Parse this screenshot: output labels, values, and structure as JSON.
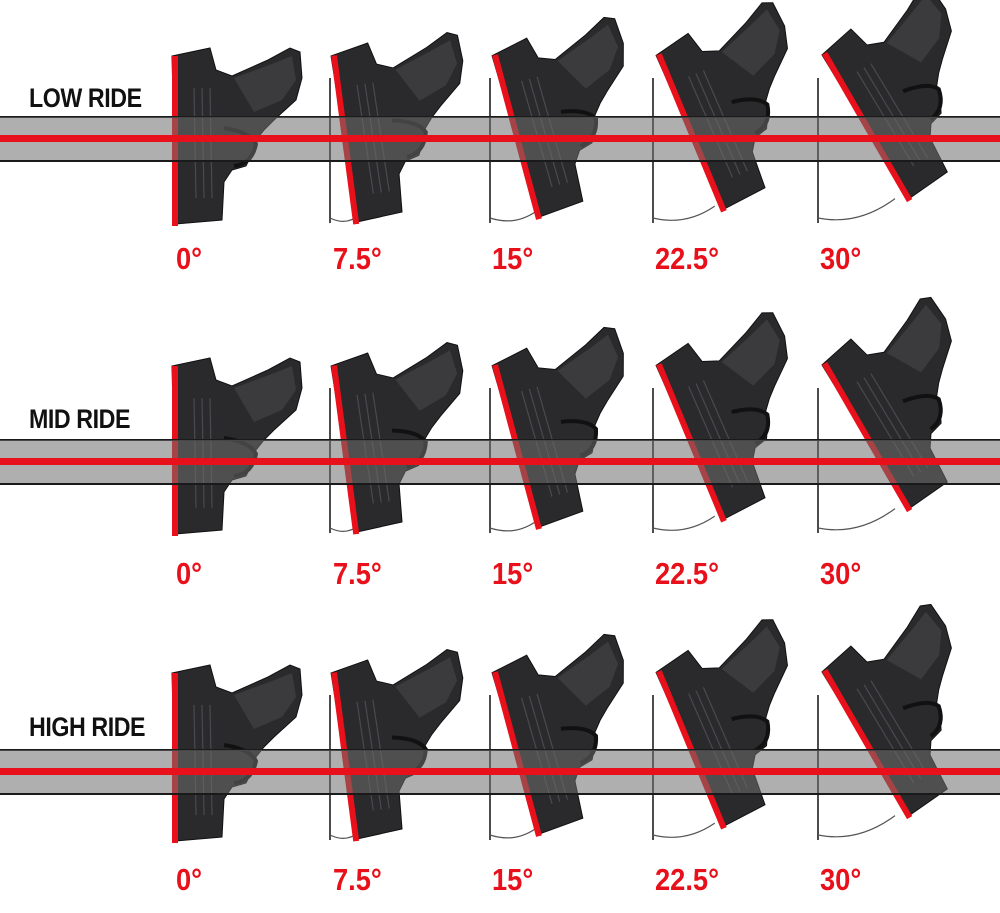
{
  "colors": {
    "accent_red": "#e8101a",
    "band_gray": "#8a8a8a",
    "gun_body": "#2a2a2c",
    "label_black": "#111111",
    "background": "#ffffff"
  },
  "rows": [
    {
      "label": "LOW RIDE",
      "cells": [
        {
          "angle_deg": 0,
          "label": "0°"
        },
        {
          "angle_deg": 7.5,
          "label": "7.5°"
        },
        {
          "angle_deg": 15,
          "label": "15°"
        },
        {
          "angle_deg": 22.5,
          "label": "22.5°"
        },
        {
          "angle_deg": 30,
          "label": "30°"
        }
      ]
    },
    {
      "label": "MID RIDE",
      "cells": [
        {
          "angle_deg": 0,
          "label": "0°"
        },
        {
          "angle_deg": 7.5,
          "label": "7.5°"
        },
        {
          "angle_deg": 15,
          "label": "15°"
        },
        {
          "angle_deg": 22.5,
          "label": "22.5°"
        },
        {
          "angle_deg": 30,
          "label": "30°"
        }
      ]
    },
    {
      "label": "HIGH RIDE",
      "cells": [
        {
          "angle_deg": 0,
          "label": "0°"
        },
        {
          "angle_deg": 7.5,
          "label": "7.5°"
        },
        {
          "angle_deg": 15,
          "label": "15°"
        },
        {
          "angle_deg": 22.5,
          "label": "22.5°"
        },
        {
          "angle_deg": 30,
          "label": "30°"
        }
      ]
    }
  ],
  "icons": {
    "pistol": "pistol-icon",
    "angle_arc": "angle-arc-icon"
  }
}
